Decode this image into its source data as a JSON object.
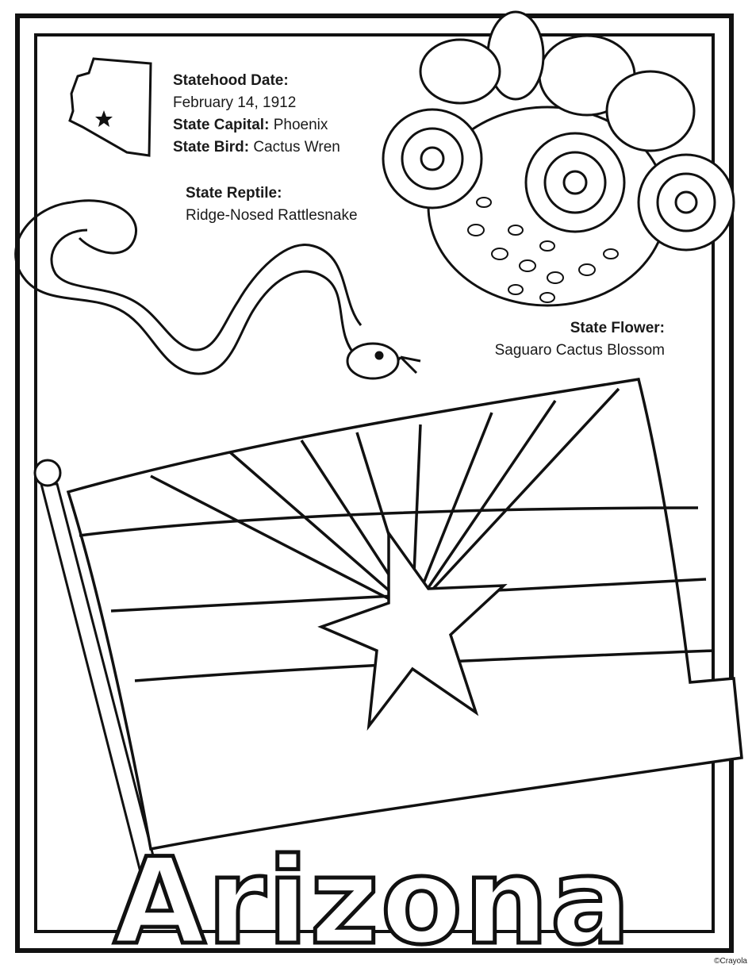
{
  "facts": {
    "statehood_label": "Statehood Date:",
    "statehood_value": "February 14, 1912",
    "capital_label": "State Capital:",
    "capital_value": "Phoenix",
    "bird_label": "State Bird:",
    "bird_value": "Cactus Wren"
  },
  "reptile": {
    "label": "State Reptile:",
    "value": "Ridge-Nosed Rattlesnake"
  },
  "flower": {
    "label": "State Flower:",
    "value": "Saguaro Cactus Blossom"
  },
  "title": "Arizona",
  "copyright": "©Crayola",
  "colors": {
    "ink": "#111111",
    "paper": "#ffffff"
  }
}
